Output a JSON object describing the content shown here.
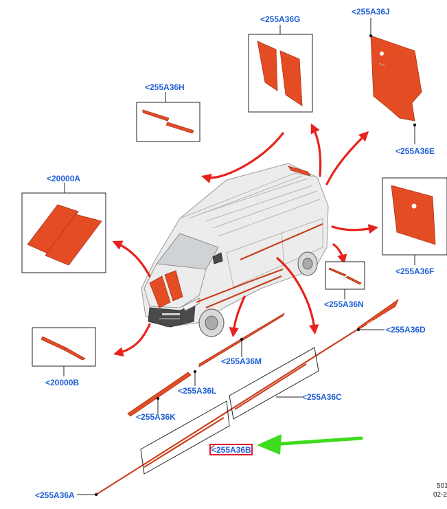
{
  "labels": {
    "g": "<255A36G",
    "j": "<255A36J",
    "h": "<255A36H",
    "e": "<255A36E",
    "a20": "<20000A",
    "f": "<255A36F",
    "n": "<255A36N",
    "d": "<255A36D",
    "b20": "<20000B",
    "m": "<255A36M",
    "l": "<255A36L",
    "c": "<255A36C",
    "k": "<255A36K",
    "b": "<255A36B",
    "a": "<255A36A"
  },
  "decal_text": "TRANSIT",
  "corner": {
    "line1": "501",
    "line2": "02-2"
  },
  "colors": {
    "decal": "#e44d24",
    "label": "#1f5fd6",
    "arrow_red": "#e8221c",
    "arrow_green": "#3ddc1e",
    "highlight": "#e0182a"
  }
}
